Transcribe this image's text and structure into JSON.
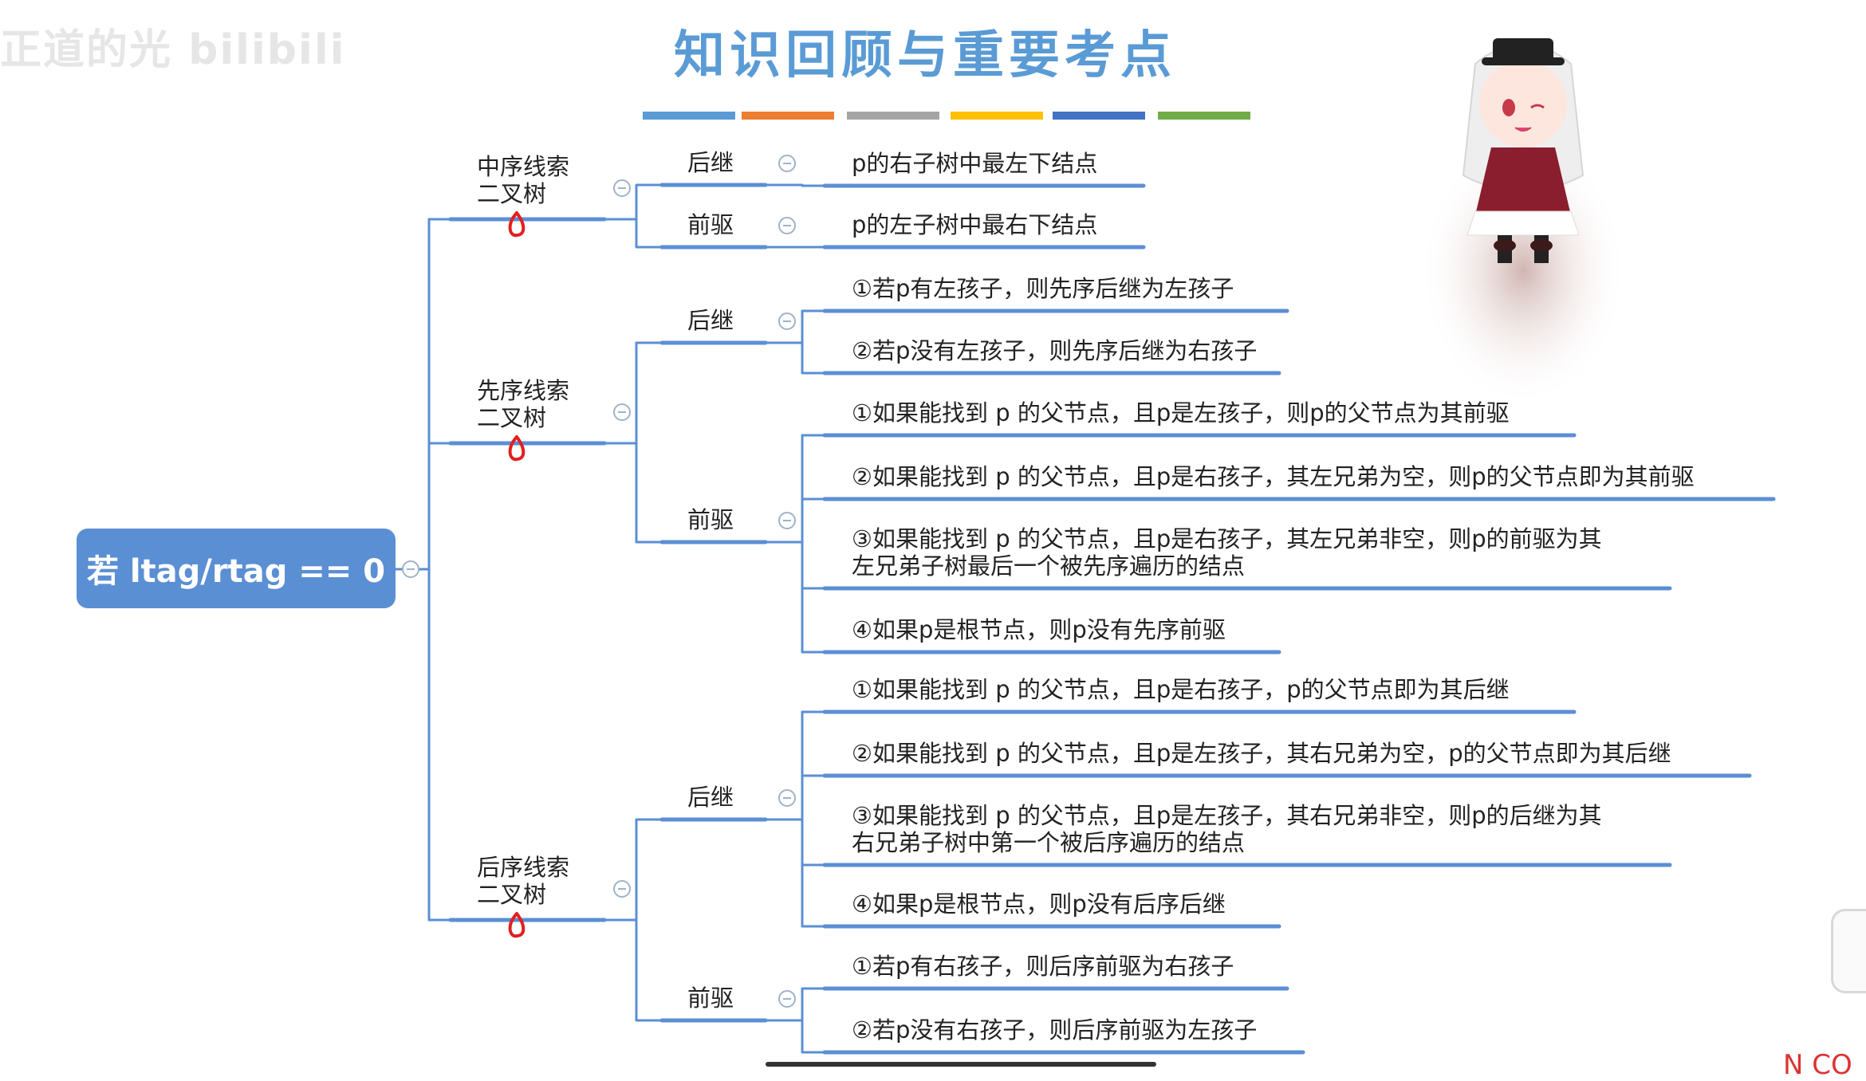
{
  "watermark": "正道的光 bilibili",
  "title": "知识回顾与重要考点",
  "color_bar": [
    "#5a9bd5",
    "#ed7d31",
    "#a5a5a5",
    "#ffc000",
    "#4472c4",
    "#70ad47"
  ],
  "root": {
    "label": "若 ltag/rtag == 0"
  },
  "branches": [
    {
      "label_line1": "中序线索",
      "label_line2": "二叉树",
      "mark_color": "#e02020",
      "groups": [
        {
          "label": "后继",
          "items": [
            {
              "line1": "p的右子树中最左下结点",
              "line2": ""
            }
          ]
        },
        {
          "label": "前驱",
          "items": [
            {
              "line1": "p的左子树中最右下结点",
              "line2": ""
            }
          ]
        }
      ]
    },
    {
      "label_line1": "先序线索",
      "label_line2": "二叉树",
      "mark_color": "#e02020",
      "groups": [
        {
          "label": "后继",
          "items": [
            {
              "line1": "①若p有左孩子，则先序后继为左孩子",
              "line2": ""
            },
            {
              "line1": "②若p没有左孩子，则先序后继为右孩子",
              "line2": ""
            }
          ]
        },
        {
          "label": "前驱",
          "items": [
            {
              "line1": "①如果能找到 p 的父节点，且p是左孩子，则p的父节点为其前驱",
              "line2": ""
            },
            {
              "line1": "②如果能找到 p 的父节点，且p是右孩子，其左兄弟为空，则p的父节点即为其前驱",
              "line2": ""
            },
            {
              "line1": "③如果能找到 p 的父节点，且p是右孩子，其左兄弟非空，则p的前驱为其",
              "line2": "左兄弟子树最后一个被先序遍历的结点"
            },
            {
              "line1": "④如果p是根节点，则p没有先序前驱",
              "line2": ""
            }
          ]
        }
      ]
    },
    {
      "label_line1": "后序线索",
      "label_line2": "二叉树",
      "mark_color": "#e02020",
      "groups": [
        {
          "label": "后继",
          "items": [
            {
              "line1": "①如果能找到 p 的父节点，且p是右孩子，p的父节点即为其后继",
              "line2": ""
            },
            {
              "line1": "②如果能找到 p 的父节点，且p是左孩子，其右兄弟为空，p的父节点即为其后继",
              "line2": ""
            },
            {
              "line1": "③如果能找到 p 的父节点，且p是左孩子，其右兄弟非空，则p的后继为其",
              "line2": "右兄弟子树中第一个被后序遍历的结点"
            },
            {
              "line1": "④如果p是根节点，则p没有后序后继",
              "line2": ""
            }
          ]
        },
        {
          "label": "前驱",
          "items": [
            {
              "line1": "①若p有右孩子，则后序前驱为右孩子",
              "line2": ""
            },
            {
              "line1": "②若p没有右孩子，则后序前驱为左孩子",
              "line2": ""
            }
          ]
        }
      ]
    }
  ],
  "corner_text": "N CO"
}
